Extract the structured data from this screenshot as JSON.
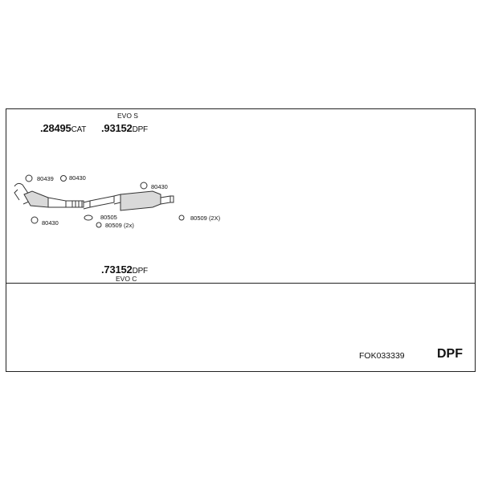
{
  "parts": {
    "cat": {
      "number": ".28495",
      "suffix": "CAT"
    },
    "dpf_s": {
      "caption": "EVO S",
      "number": ".93152",
      "suffix": "DPF"
    },
    "dpf_c": {
      "caption": "EVO C",
      "number": ".73152",
      "suffix": "DPF"
    }
  },
  "callouts": {
    "c80439": "80439",
    "c80430_a": "80430",
    "c80430_b": "80430",
    "c80430_c": "80430",
    "c80505": "80505",
    "c80509_a": "80509 (2x)",
    "c80509_b": "80509 (2X)"
  },
  "footer": {
    "code": "FOK033339",
    "type": "DPF"
  }
}
